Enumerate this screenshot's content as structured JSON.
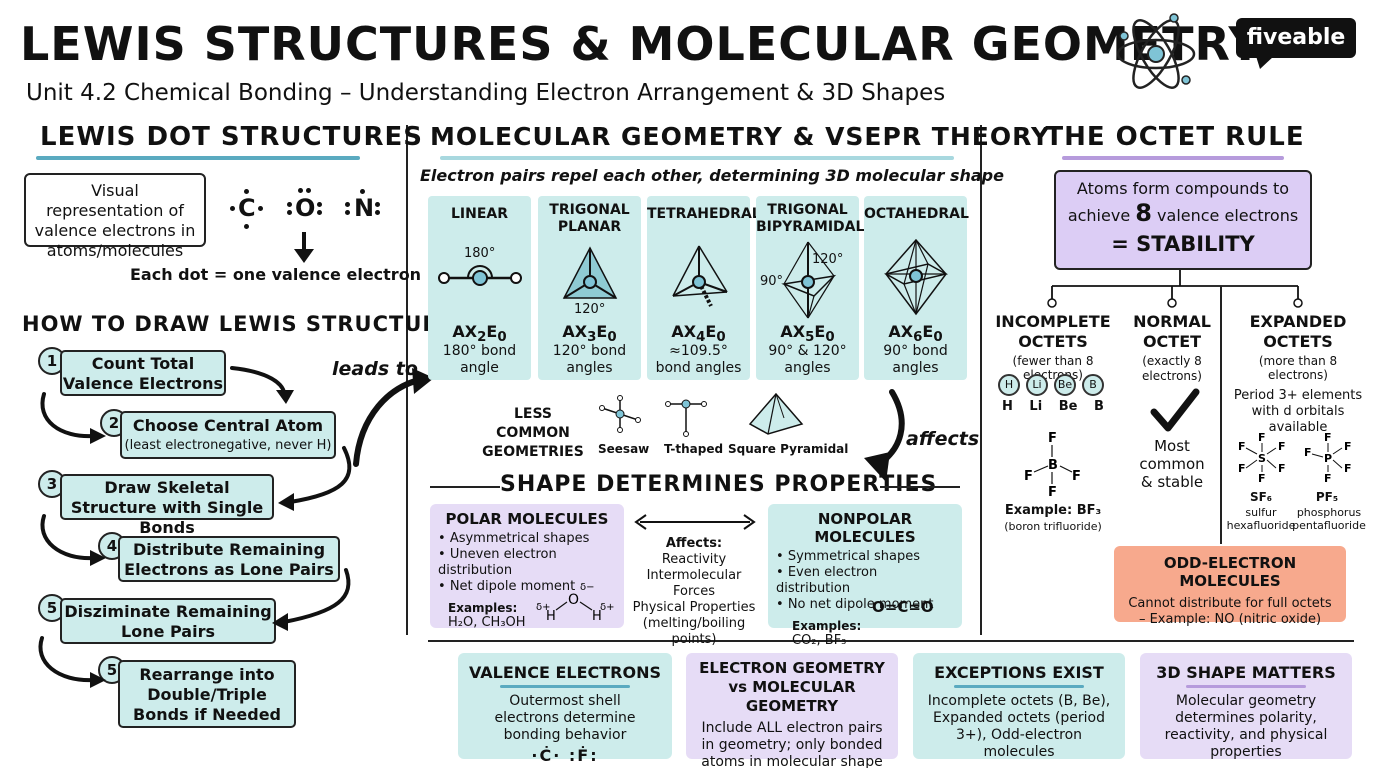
{
  "header": {
    "title": "LEWIS STRUCTURES & MOLECULAR GEOMETRY",
    "subtitle": "Unit 4.2 Chemical Bonding – Understanding Electron Arrangement & 3D Shapes",
    "logo": "fiveable"
  },
  "lewis": {
    "heading": "LEWIS DOT STRUCTURES",
    "definition": "Visual representation of valence electrons in atoms/molecules",
    "atoms": [
      "C",
      "O",
      "N"
    ],
    "dot_caption": "Each dot = one valence electron"
  },
  "howto": {
    "heading": "HOW TO DRAW LEWIS STRUCTURES",
    "steps": [
      {
        "num": "1",
        "label": "Count Total Valence Electrons",
        "note": ""
      },
      {
        "num": "2",
        "label": "Choose Central Atom",
        "note": "(least electronegative, never H)"
      },
      {
        "num": "3",
        "label": "Draw Skeletal Structure with Single Bonds",
        "note": ""
      },
      {
        "num": "4",
        "label": "Distribute Remaining Electrons as Lone Pairs",
        "note": ""
      },
      {
        "num": "5",
        "label": "Disziminate Remaining Lone Pairs",
        "note": ""
      },
      {
        "num": "5",
        "label": "Rearrange into Double/Triple Bonds if Needed",
        "note": ""
      }
    ],
    "leads_to": "leads to"
  },
  "vsepr": {
    "heading": "MOLECULAR GEOMETRY & VSEPR THEORY",
    "tagline": "Electron pairs repel each other, determining 3D molecular shape",
    "geometries": [
      {
        "name": "LINEAR",
        "formula_base": "AX",
        "n1": "2",
        "n2": "0",
        "angle": "180° bond angle",
        "angle_label": "180°"
      },
      {
        "name": "TRIGONAL PLANAR",
        "formula_base": "AX",
        "n1": "3",
        "n2": "0",
        "angle": "120° bond angles",
        "angle_label": "120°"
      },
      {
        "name": "TETRAHEDRAL",
        "formula_base": "AX",
        "n1": "4",
        "n2": "0",
        "angle": "≈109.5° bond angles",
        "angle_label": ""
      },
      {
        "name": "TRIGONAL BIPYRAMIDAL",
        "formula_base": "AX",
        "n1": "5",
        "n2": "0",
        "angle": "90° & 120° angles",
        "angle_label": "120°",
        "angle_label2": "90°"
      },
      {
        "name": "OCTAHEDRAL",
        "formula_base": "AX",
        "n1": "6",
        "n2": "0",
        "angle": "90° bond angles",
        "angle_label": ""
      }
    ],
    "less_common_label": "LESS COMMON GEOMETRIES",
    "less_common": [
      "Seesaw",
      "T-thaped",
      "Square Pyramidal"
    ],
    "affects_label": "affects"
  },
  "properties": {
    "heading": "SHAPE DETERMINES PROPERTIES",
    "polar": {
      "title": "POLAR MOLECULES",
      "bullets": [
        "Asymmetrical shapes",
        "Uneven electron distribution",
        "Net dipole moment"
      ],
      "examples_label": "Examples:",
      "examples": "H₂O, CH₃OH"
    },
    "affects": {
      "title": "Affects:",
      "items": [
        "Reactivity",
        "Intermolecular Forces",
        "Physical Properties",
        "(melting/boiling points)"
      ]
    },
    "nonpolar": {
      "title": "NONPOLAR MOLECULES",
      "bullets": [
        "Symmetrical shapes",
        "Even electron distribution",
        "No net dipole moment"
      ],
      "examples_label": "Examples:",
      "examples": "CO₂, BF₃",
      "structure": "O=C=O"
    }
  },
  "octet": {
    "heading": "THE OCTET RULE",
    "main_line1": "Atoms form compounds to",
    "main_line2_pre": "achieve",
    "main_number": "8",
    "main_line2_post": "valence electrons",
    "main_line3": "= STABILITY",
    "incomplete": {
      "title": "INCOMPLETE OCTETS",
      "sub": "(fewer than 8 electrons)",
      "atoms": [
        "H",
        "Li",
        "Be",
        "B"
      ],
      "example": "Example: BF₃",
      "example_sub": "(boron trifluoride)"
    },
    "normal": {
      "title": "NORMAL OCTET",
      "sub": "(exactly 8 electrons)",
      "desc": "Most common & stable"
    },
    "expanded": {
      "title": "EXPANDED OCTETS",
      "sub": "(more than 8 electrons)",
      "desc": "Period 3+ elements with d orbitals available",
      "ex1": "SF₆",
      "ex1_name": "sulfur hexafluoride",
      "ex2": "PF₅",
      "ex2_name": "phosphorus pentafluoride"
    },
    "odd": {
      "title": "ODD-ELECTRON MOLECULES",
      "desc": "Cannot distribute for full octets – Example: NO (nitric oxide)"
    }
  },
  "summary": [
    {
      "title": "VALENCE ELECTRONS",
      "body": "Outermost shell electrons determine bonding behavior"
    },
    {
      "title": "ELECTRON GEOMETRY vs MOLECULAR GEOMETRY",
      "body": "Include ALL electron pairs in geometry; only bonded atoms in molecular shape"
    },
    {
      "title": "EXCEPTIONS EXIST",
      "body": "Incomplete octets (B, Be), Expanded octets (period 3+), Odd-electron molecules"
    },
    {
      "title": "3D SHAPE MATTERS",
      "body": "Molecular geometry determines polarity, reactivity, and physical properties"
    }
  ],
  "colors": {
    "teal": "#cdeceb",
    "lavender": "#e6dcf6",
    "orange": "#f7a98d",
    "accent_teal": "#5aaac0",
    "accent_lavender": "#b69bdc"
  }
}
